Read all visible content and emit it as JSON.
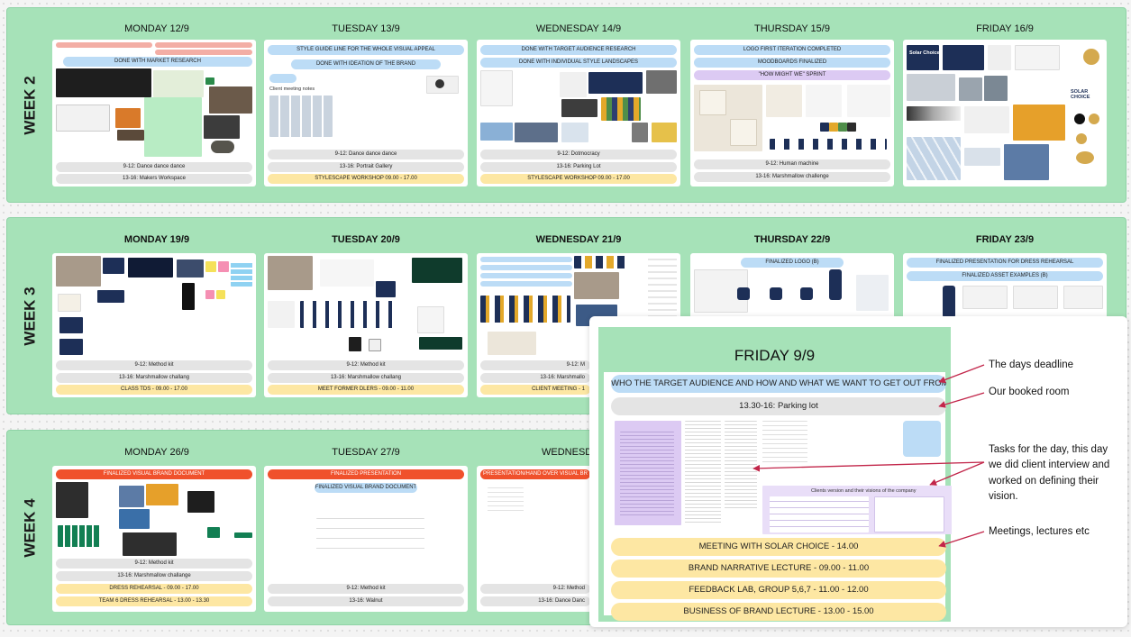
{
  "weeks": [
    {
      "label": "WEEK 2",
      "days": [
        {
          "title": "MONDAY 12/9",
          "top_bars": [
            {
              "text": "",
              "color": "salmon"
            },
            {
              "text": "DONE WITH MARKET RESEARCH",
              "color": "blue"
            }
          ],
          "bottom_bars": [
            {
              "text": "9-12: Dance dance dance",
              "color": "grey"
            },
            {
              "text": "13-16: Makers Workspace",
              "color": "grey"
            }
          ]
        },
        {
          "title": "TUESDAY 13/9",
          "top_bars": [
            {
              "text": "STYLE GUIDE LINE FOR THE WHOLE VISUAL APPEAL",
              "color": "blue"
            },
            {
              "text": "DONE WITH IDEATION OF THE BRAND",
              "color": "blue"
            }
          ],
          "bottom_bars": [
            {
              "text": "9-12: Dance dance dance",
              "color": "grey"
            },
            {
              "text": "13-16: Portrait Gallery",
              "color": "grey"
            },
            {
              "text": "STYLESCAPE WORKSHOP 09.00 - 17.00",
              "color": "yellow"
            }
          ]
        },
        {
          "title": "WEDNESDAY 14/9",
          "top_bars": [
            {
              "text": "DONE WITH TARGET AUDIENCE RESEARCH",
              "color": "blue"
            },
            {
              "text": "DONE WITH INDIVIDUAL STYLE LANDSCAPES",
              "color": "blue"
            }
          ],
          "bottom_bars": [
            {
              "text": "9-12: Dotmocracy",
              "color": "grey"
            },
            {
              "text": "13-16: Parking Lot",
              "color": "grey"
            },
            {
              "text": "STYLESCAPE WORKSHOP 09.00 - 17.00",
              "color": "yellow"
            }
          ]
        },
        {
          "title": "THURSDAY 15/9",
          "top_bars": [
            {
              "text": "LOGO FIRST ITERATION COMPLETED",
              "color": "blue"
            },
            {
              "text": "MOODBOARDS FINALIZED",
              "color": "blue"
            },
            {
              "text": "\"HOW MIGHT WE\" SPRINT",
              "color": "purple"
            }
          ],
          "bottom_bars": [
            {
              "text": "9-12: Human machine",
              "color": "grey"
            },
            {
              "text": "13-16: Marshmallow challenge",
              "color": "grey"
            }
          ]
        },
        {
          "title": "FRIDAY 16/9",
          "top_bars": [],
          "bottom_bars": []
        }
      ]
    },
    {
      "label": "WEEK 3",
      "days": [
        {
          "title": "MONDAY 19/9",
          "top_bars": [],
          "bottom_bars": [
            {
              "text": "9-12: Method kit",
              "color": "grey"
            },
            {
              "text": "13-16: Marshmallow challang",
              "color": "grey"
            },
            {
              "text": "CLASS TDS - 09.00 - 17.00",
              "color": "yellow"
            }
          ]
        },
        {
          "title": "TUESDAY 20/9",
          "top_bars": [],
          "bottom_bars": [
            {
              "text": "9-12: Method kit",
              "color": "grey"
            },
            {
              "text": "13-16: Marshmallow challang",
              "color": "grey"
            },
            {
              "text": "MEET FORMER DLERS - 09.00 - 11.00",
              "color": "yellow"
            }
          ]
        },
        {
          "title": "WEDNESDAY 21/9",
          "top_bars": [],
          "bottom_bars": [
            {
              "text": "9-12: M",
              "color": "grey"
            },
            {
              "text": "13-16: Marshmallo",
              "color": "grey"
            },
            {
              "text": "CLIENT MEETING - 1",
              "color": "yellow"
            }
          ]
        },
        {
          "title": "THURSDAY 22/9",
          "top_bars": [
            {
              "text": "FINALIZED LOGO (B)",
              "color": "blue"
            }
          ],
          "bottom_bars": []
        },
        {
          "title": "FRIDAY 23/9",
          "top_bars": [
            {
              "text": "FINALIZED PRESENTATION FOR DRESS REHEARSAL",
              "color": "blue"
            },
            {
              "text": "FINALIZED ASSET EXAMPLES (B)",
              "color": "blue"
            }
          ],
          "bottom_bars": []
        }
      ]
    },
    {
      "label": "WEEK 4",
      "days": [
        {
          "title": "MONDAY 26/9",
          "top_bars": [
            {
              "text": "FINALIZED VISUAL BRAND DOCUMENT",
              "color": "red"
            }
          ],
          "bottom_bars": [
            {
              "text": "9-12: Method kit",
              "color": "grey"
            },
            {
              "text": "13-16: Marshmallow challange",
              "color": "grey"
            },
            {
              "text": "DRESS REHEARSAL - 09.00 - 17.00",
              "color": "yellow"
            },
            {
              "text": "TEAM 6 DRESS REHEARSAL - 13.00 - 13.30",
              "color": "yellow"
            }
          ]
        },
        {
          "title": "TUESDAY 27/9",
          "top_bars": [
            {
              "text": "FINALIZED PRESENTATION",
              "color": "red"
            },
            {
              "text": "FINALIZED VISUAL BRAND DOCUMENT",
              "color": "blue"
            }
          ],
          "bottom_bars": [
            {
              "text": "9-12: Method kit",
              "color": "grey"
            },
            {
              "text": "13-16: Walnut",
              "color": "grey"
            }
          ]
        },
        {
          "title": "WEDNESDA",
          "top_bars": [
            {
              "text": "PRESENTATION/HAND OVER VISUAL BR",
              "color": "red"
            }
          ],
          "bottom_bars": [
            {
              "text": "9-12: Method",
              "color": "grey"
            },
            {
              "text": "13-16: Dance Danc",
              "color": "grey"
            }
          ]
        }
      ]
    }
  ],
  "thumbnail_text": {
    "client_meeting_notes": "Client meeting notes",
    "solar_choice": "SOLAR CHOICE",
    "solar_choice_brand": "Solar Choice",
    "clients_version": "Clients version and their visions of the company"
  },
  "zoom": {
    "title": "FRIDAY 9/9",
    "deadline": "WHO THE TARGET AUDIENCE AND HOW AND WHAT WE WANT TO GET OUT FROM...",
    "room": "13.30-16: Parking lot",
    "meetings": [
      "MEETING WITH SOLAR CHOICE - 14.00",
      "BRAND NARRATIVE LECTURE - 09.00 - 11.00",
      "FEEDBACK LAB, GROUP 5,6,7 - 11.00 - 12.00",
      "BUSINESS OF BRAND LECTURE - 13.00 - 15.00"
    ]
  },
  "annotations": {
    "deadline": "The days deadline",
    "room": "Our booked room",
    "tasks": "Tasks for the day, this day we did client interview and worked on defining their vision.",
    "meetings": "Meetings, lectures etc"
  },
  "colors": {
    "week_bg": "#a6e2b8",
    "blue": "#bcdcf6",
    "grey": "#e4e4e4",
    "yellow": "#fde7a3",
    "red": "#f0512c",
    "purple": "#dccaf3",
    "annotation_line": "#c2264a"
  }
}
